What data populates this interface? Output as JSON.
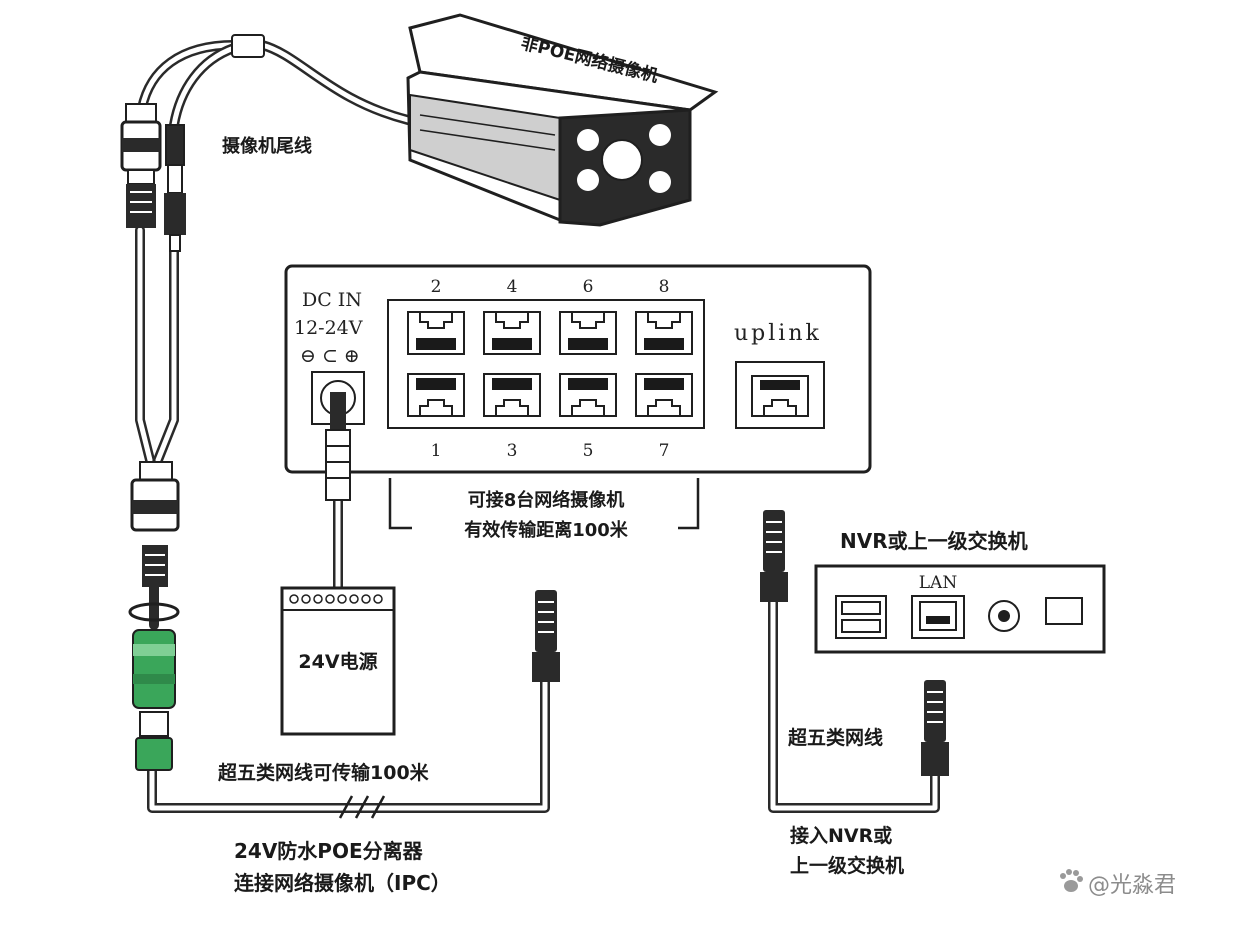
{
  "camera": {
    "title": "非POE网络摄像机",
    "pigtail_label": "摄像机尾线"
  },
  "switch": {
    "power_label_line1": "DC IN",
    "power_label_line2": "12-24V",
    "polarity_symbols": "⊖ ⊂ ⊕",
    "top_port_numbers": [
      "2",
      "4",
      "6",
      "8"
    ],
    "bottom_port_numbers": [
      "1",
      "3",
      "5",
      "7"
    ],
    "uplink_label": "uplink",
    "caption_line1": "可接8台网络摄像机",
    "caption_line2": "有效传输距离100米"
  },
  "power_supply": {
    "label": "24V电源",
    "label_color": "#d0291e"
  },
  "nvr": {
    "title": "NVR或上一级交换机",
    "lan_label": "LAN"
  },
  "cables": {
    "poe_cable_label": "超五类网线可传输100米",
    "uplink_cable_label": "超五类网线"
  },
  "splitter": {
    "caption_line1": "24V防水POE分离器",
    "caption_line2": "连接网络摄像机（IPC）"
  },
  "connect": {
    "caption_line1": "接入NVR或",
    "caption_line2": "上一级交换机"
  },
  "watermark": {
    "text": "@光淼君"
  },
  "colors": {
    "splitter_green": "#3aa65a",
    "line": "#1f1f1f"
  }
}
